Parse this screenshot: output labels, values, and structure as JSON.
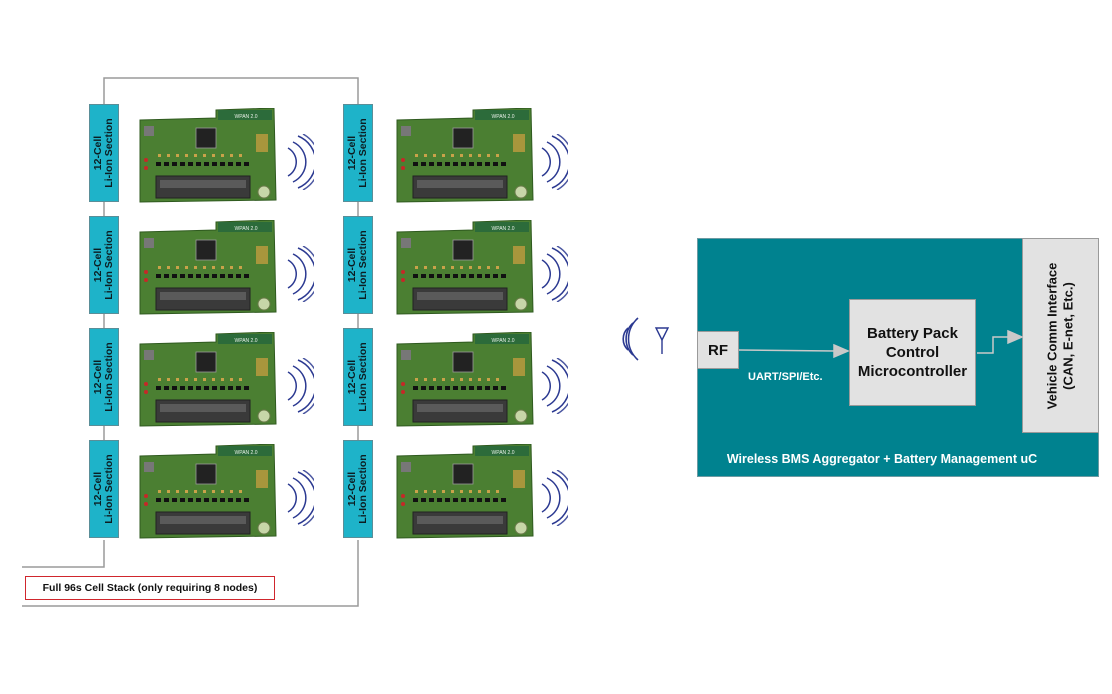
{
  "cell_section": {
    "line1": "12-Cell",
    "line2": "Li-Ion Section"
  },
  "board_label": "WPAN 2.0",
  "stack_note": "Full 96s Cell Stack (only requiring 8 nodes)",
  "aggregator": {
    "rf_label": "RF",
    "bus_label": "UART/SPI/Etc.",
    "mcu_label_lines": [
      "Battery Pack",
      "Control",
      "Microcontroller"
    ],
    "vehicle_label_lines": [
      "Vehicle Comm Interface",
      "(CAN, E-net, Etc.)"
    ],
    "footer": "Wireless BMS Aggregator + Battery Management uC"
  },
  "colors": {
    "teal_panel": "#00828f",
    "cell_section": "#1eb3c9",
    "pcb_green": "#4b7f32",
    "wave": "#2b3991",
    "note_border": "#d0262d",
    "wire": "#9a9a9a"
  }
}
